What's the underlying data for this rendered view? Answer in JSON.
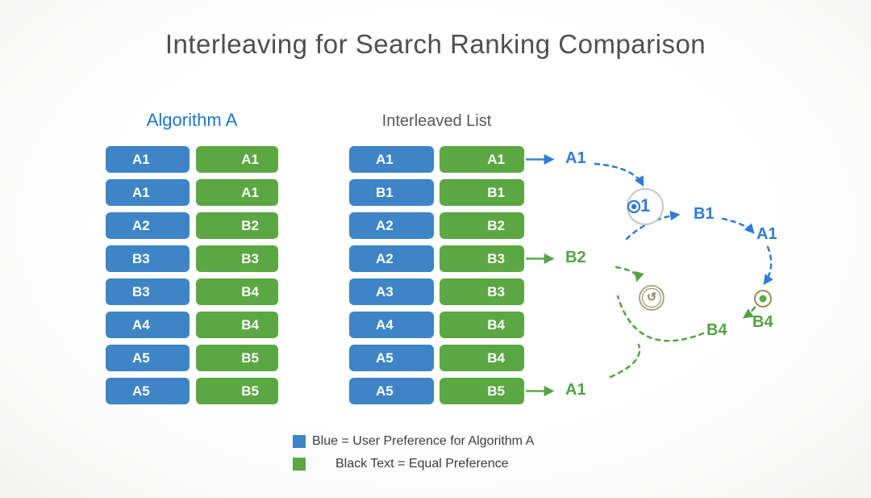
{
  "title": "Interleaving for Search Ranking Comparison",
  "lists": {
    "algorithm_a": {
      "heading": "Algorithm A",
      "blue": [
        "A1",
        "A1",
        "A2",
        "B3",
        "B3",
        "A4",
        "A5",
        "A5"
      ],
      "green": [
        "A1",
        "A1",
        "B2",
        "B3",
        "B4",
        "B4",
        "B5",
        "B5"
      ]
    },
    "interleaved": {
      "heading": "Interleaved List",
      "blue": [
        "A1",
        "B1",
        "A2",
        "A2",
        "A3",
        "A4",
        "A5",
        "A5"
      ],
      "green": [
        "A1",
        "B1",
        "B2",
        "B3",
        "B3",
        "B4",
        "B4",
        "B5"
      ]
    }
  },
  "flow": {
    "arrow_labels": {
      "top": "A1",
      "middle": "B2",
      "bottom": "A1",
      "b1": "B1",
      "a1_second": "A1",
      "b4_right": "B4",
      "b4_left": "B4"
    },
    "credit_marker_number": "1",
    "tie_marker_glyph": "↺"
  },
  "legend": {
    "items": [
      {
        "swatch_color": "#3d85c6",
        "text": "Blue = User Preference for Algorithm A"
      },
      {
        "swatch_color": "#5ba843",
        "text": "Black Text = Equal Preference"
      }
    ]
  },
  "colors": {
    "blue_box": "#3d85c6",
    "green_box": "#5ba843",
    "heading_blue": "#1b78d4",
    "flow_blue": "#2e7cd6",
    "flow_green": "#54a244",
    "olive_ring": "#9a9468",
    "gray_ring": "#c6c6c6",
    "title_gray": "#4f4f4f"
  }
}
